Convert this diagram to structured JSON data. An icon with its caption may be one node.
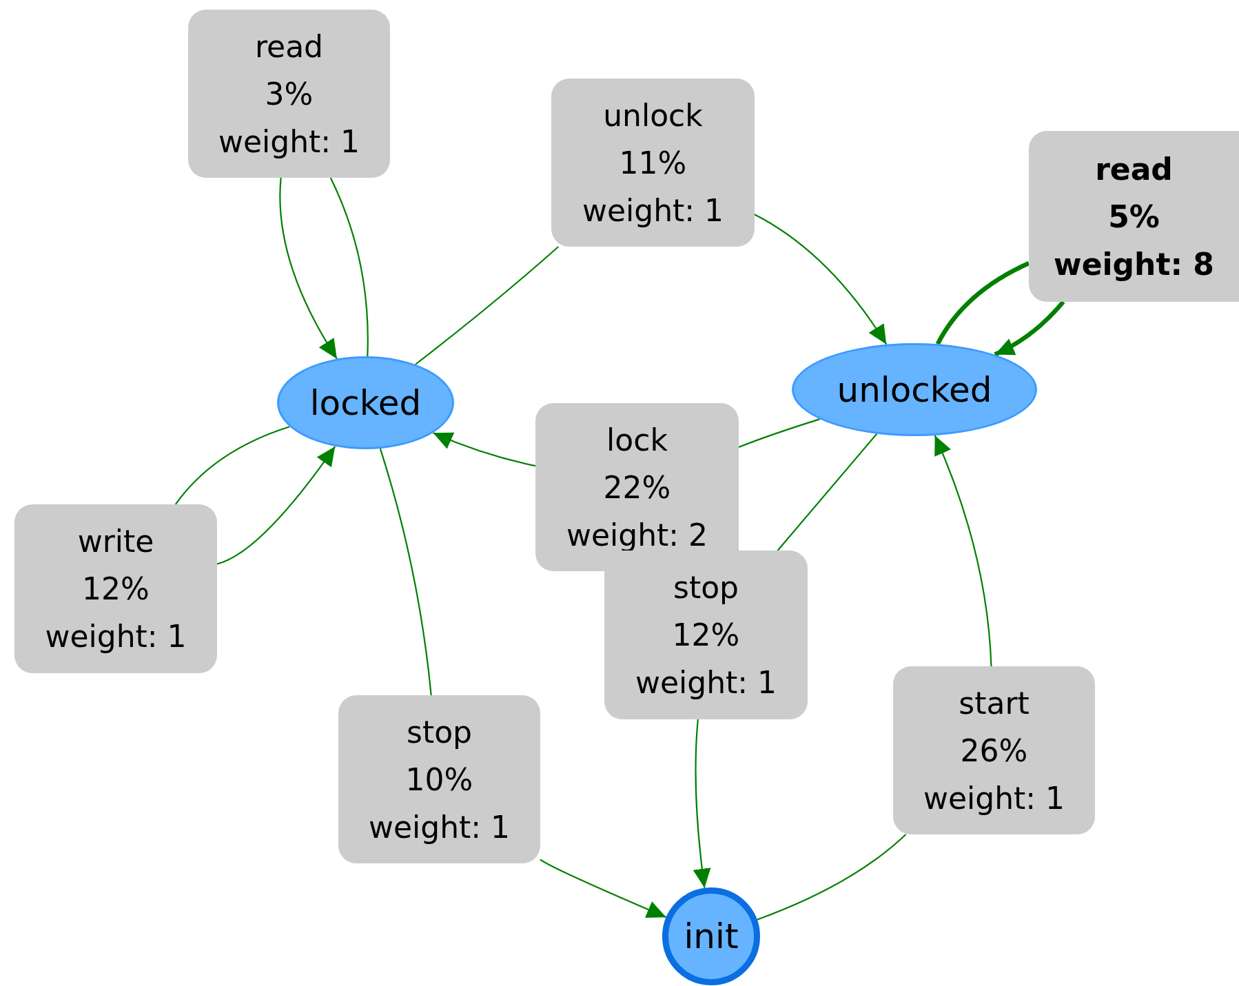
{
  "diagram": {
    "nodes": [
      {
        "text": [
          "read",
          "3%",
          "weight: 1"
        ]
      },
      {
        "text": [
          "unlock",
          "11%",
          "weight: 1"
        ]
      },
      {
        "text": [
          "read",
          "5%",
          "weight: 8"
        ]
      },
      {
        "text": [
          "locked"
        ]
      },
      {
        "text": [
          "unlocked"
        ]
      },
      {
        "text": [
          "lock",
          "22%",
          "weight: 2"
        ]
      },
      {
        "text": [
          "write",
          "12%",
          "weight: 1"
        ]
      },
      {
        "text": [
          "stop",
          "12%",
          "weight: 1"
        ]
      },
      {
        "text": [
          "stop",
          "10%",
          "weight: 1"
        ]
      },
      {
        "text": [
          "start",
          "26%",
          "weight: 1"
        ]
      },
      {
        "text": [
          "init"
        ]
      }
    ],
    "edges": [
      {
        "from": 3,
        "to": 1,
        "arrow": "none"
      },
      {
        "from": 1,
        "to": 4,
        "arrow": "to"
      },
      {
        "from": 4,
        "to": 2,
        "arrow": "none",
        "style": "thick"
      },
      {
        "from": 2,
        "to": 4,
        "arrow": "to",
        "style": "thick"
      },
      {
        "from": 4,
        "to": 5,
        "arrow": "none"
      },
      {
        "from": 5,
        "to": 3,
        "arrow": "to"
      },
      {
        "from": 4,
        "to": 7,
        "arrow": "none"
      },
      {
        "from": 7,
        "to": 10,
        "arrow": "to"
      },
      {
        "from": 3,
        "to": 8,
        "arrow": "none"
      },
      {
        "from": 8,
        "to": 10,
        "arrow": "to"
      },
      {
        "from": 10,
        "to": 9,
        "arrow": "none"
      },
      {
        "from": 9,
        "to": 4,
        "arrow": "to"
      },
      {
        "from": 3,
        "to": 6,
        "arrow": "none"
      },
      {
        "from": 6,
        "to": 3,
        "arrow": "to"
      },
      {
        "from": 3,
        "to": 0,
        "arrow": "none"
      },
      {
        "from": 0,
        "to": 3,
        "arrow": "to"
      }
    ]
  }
}
